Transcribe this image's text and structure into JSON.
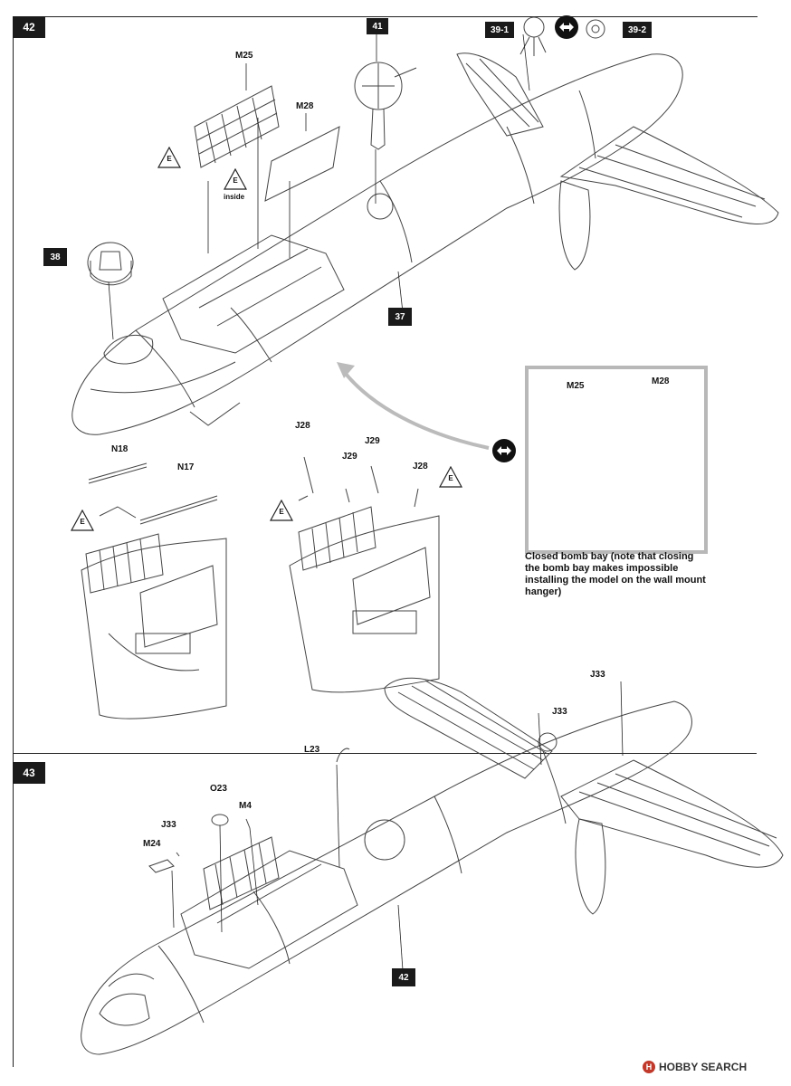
{
  "steps": {
    "s42": "42",
    "s43": "43"
  },
  "parts": {
    "p41": "41",
    "p39_1": "39-1",
    "p39_2": "39-2",
    "p38": "38",
    "p37": "37",
    "p42": "42",
    "M25": "M25",
    "M28": "M28",
    "N18": "N18",
    "N17": "N17",
    "J28a": "J28",
    "J29a": "J29",
    "J29b": "J29",
    "J28b": "J28",
    "J33a": "J33",
    "J33b": "J33",
    "J33c": "J33",
    "L23": "L23",
    "O23": "O23",
    "M4": "M4",
    "M24": "M24"
  },
  "markers": {
    "E": "E",
    "inside": "inside"
  },
  "inset": {
    "M25": "M25",
    "M28": "M28",
    "note": "Closed bomb bay (note that closing the bomb bay makes impossible installing the model on the wall mount hanger)"
  },
  "watermark": "HOBBY SEARCH",
  "icons": [
    "rotate-model-icon",
    "warning-triangle-icon"
  ]
}
